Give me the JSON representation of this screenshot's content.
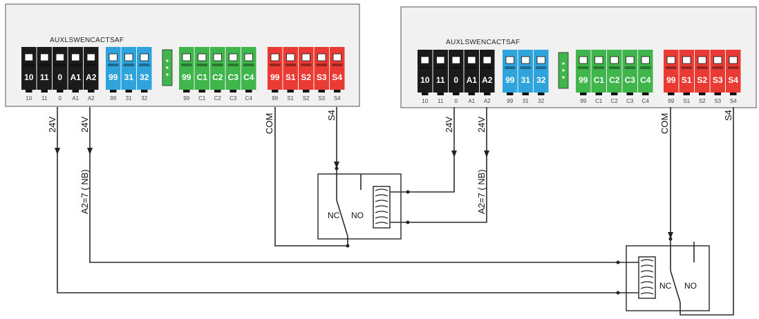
{
  "colors": {
    "black_group": "#1b1b1b",
    "blue_group": "#2ea3dc",
    "green_group": "#3fb54c",
    "red_group": "#ea3a34",
    "panel_fill": "#f1f1f1"
  },
  "controllers": [
    {
      "model": "AUXLSWENCACTSAF",
      "terminals": {
        "black": [
          "10",
          "11",
          "0",
          "A1",
          "A2"
        ],
        "blue": [
          "99",
          "31",
          "32"
        ],
        "green": [
          "99",
          "C1",
          "C2",
          "C3",
          "C4"
        ],
        "red": [
          "99",
          "S1",
          "S2",
          "S3",
          "S4"
        ]
      },
      "under_labels": {
        "black": [
          "10",
          "11",
          "0",
          "A1",
          "A2"
        ],
        "blue": [
          "99",
          "31",
          "32"
        ],
        "green": [
          "99",
          "C1",
          "C2",
          "C3",
          "C4"
        ],
        "red": [
          "99",
          "S1",
          "S2",
          "S3",
          "S4"
        ]
      }
    },
    {
      "model": "AUXLSWENCACTSAF",
      "terminals": {
        "black": [
          "10",
          "11",
          "0",
          "A1",
          "A2"
        ],
        "blue": [
          "99",
          "31",
          "32"
        ],
        "green": [
          "99",
          "C1",
          "C2",
          "C3",
          "C4"
        ],
        "red": [
          "99",
          "S1",
          "S2",
          "S3",
          "S4"
        ]
      },
      "under_labels": {
        "black": [
          "10",
          "11",
          "0",
          "A1",
          "A2"
        ],
        "blue": [
          "99",
          "31",
          "32"
        ],
        "green": [
          "99",
          "C1",
          "C2",
          "C3",
          "C4"
        ],
        "red": [
          "99",
          "S1",
          "S2",
          "S3",
          "S4"
        ]
      }
    }
  ],
  "wire_labels": {
    "left_24v_a": "24V",
    "left_24v_b": "24V",
    "left_com": "COM",
    "left_s4": "S4",
    "left_a2_note": "A2=7 ( NB)",
    "right_24v_a": "24V",
    "right_24v_b": "24V",
    "right_com": "COM",
    "right_s4": "S4",
    "right_a2_note": "A2=7 ( NB)"
  },
  "relays": [
    {
      "nc": "NC",
      "no": "NO"
    },
    {
      "nc": "NC",
      "no": "NO"
    }
  ]
}
